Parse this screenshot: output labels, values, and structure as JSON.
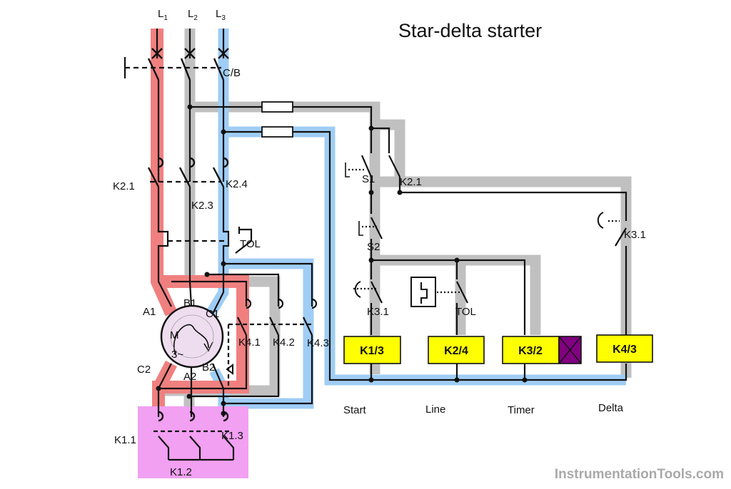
{
  "title": "Star-delta starter",
  "watermark": "InstrumentationTools.com",
  "colors": {
    "phase_L1": "#f08080",
    "phase_L2": "#c0c0c0",
    "phase_L3": "#9fcdf5",
    "coil_fill": "#ffff00",
    "contactor_k1": "#f2a0f2",
    "timer_mark": "#800080",
    "wire": "#111111"
  },
  "lines": {
    "l1": "L",
    "l1_sub": "1",
    "l2": "L",
    "l2_sub": "2",
    "l3": "L",
    "l3_sub": "3"
  },
  "breaker": {
    "label": "C/B"
  },
  "contacts": {
    "k21": "K2.1",
    "k23": "K2.3",
    "k24": "K2.4",
    "tol_power": "TOL",
    "k41": "K4.1",
    "k42": "K4.2",
    "k43": "K4.3",
    "k11": "K1.1",
    "k12": "K1.2",
    "k13": "K1.3"
  },
  "motor": {
    "m": "M",
    "phase": "3~",
    "terminals": {
      "a1": "A1",
      "b1": "B1",
      "c1": "C1",
      "c2": "C2",
      "a2": "A2",
      "b2": "B2"
    }
  },
  "control": {
    "s1": "S1",
    "k21_aux": "K2.1",
    "s2": "S2",
    "k31_left": "K3.1",
    "tol": "TOL",
    "k31_right": "K3.1"
  },
  "coils": [
    {
      "label": "K1/3",
      "caption": "Start"
    },
    {
      "label": "K2/4",
      "caption": "Line"
    },
    {
      "label": "K3/2",
      "caption": "Timer"
    },
    {
      "label": "K4/3",
      "caption": "Delta"
    }
  ]
}
